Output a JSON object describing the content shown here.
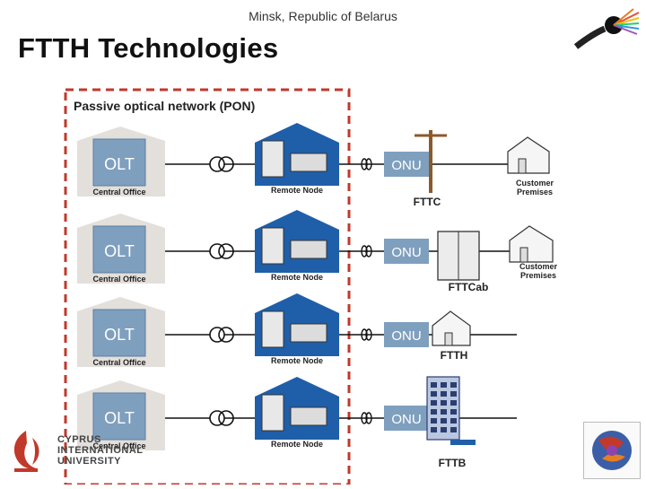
{
  "header": {
    "subtitle": "Minsk, Republic of Belarus",
    "title": "FTTH Technologies"
  },
  "diagram": {
    "pon_label": "Passive optical network (PON)",
    "rows": [
      {
        "olt": "OLT",
        "office": "Central Office",
        "node": "Remote Node",
        "onu": "ONU",
        "tech": "FTTC",
        "customer": [
          "Customer",
          "Premises"
        ]
      },
      {
        "olt": "OLT",
        "office": "Central Office",
        "node": "Remote Node",
        "onu": "ONU",
        "tech": "FTTCab",
        "customer": [
          "Customer",
          "Premises"
        ]
      },
      {
        "olt": "OLT",
        "office": "Central Office",
        "node": "Remote Node",
        "onu": "ONU",
        "tech": "FTTH"
      },
      {
        "olt": "OLT",
        "office": "Central Office",
        "node": "Remote Node",
        "onu": "ONU",
        "tech": "FTTB"
      }
    ]
  },
  "footer": {
    "university_lines": [
      "CYPRUS",
      "INTERNATIONAL",
      "UNIVERSITY"
    ]
  },
  "colors": {
    "olt_box": "#7f9fbe",
    "office_house": "#e3dfdb",
    "remote_node": "#1f5fa9",
    "pon_border": "#c0392b"
  }
}
